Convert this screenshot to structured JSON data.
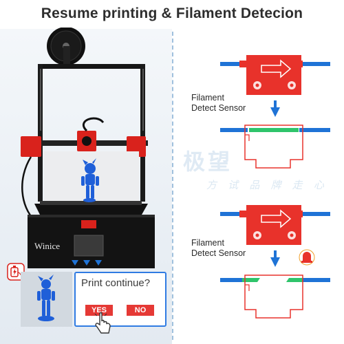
{
  "header": {
    "title": "Resume printing & Filament Detecion"
  },
  "printer": {
    "brand": "Winice"
  },
  "sensor_top": {
    "label_line1": "Filament",
    "label_line2": "Detect Sensor"
  },
  "sensor_bottom": {
    "label_line1": "Filament",
    "label_line2": "Detect Sensor"
  },
  "dialog": {
    "message": "Print continue?",
    "yes_label": "YES",
    "no_label": "NO"
  },
  "watermark": {
    "main": "极望",
    "sub": "方 试 品 牌 走 心"
  },
  "colors": {
    "accent_blue": "#1f73d6",
    "sensor_red": "#e8322b",
    "filament_green": "#2fc46b",
    "button_red": "#e53935"
  },
  "icons": [
    "power-loss-icon",
    "warning-beacon-icon",
    "pointing-hand-icon",
    "arrow-down-icon"
  ]
}
